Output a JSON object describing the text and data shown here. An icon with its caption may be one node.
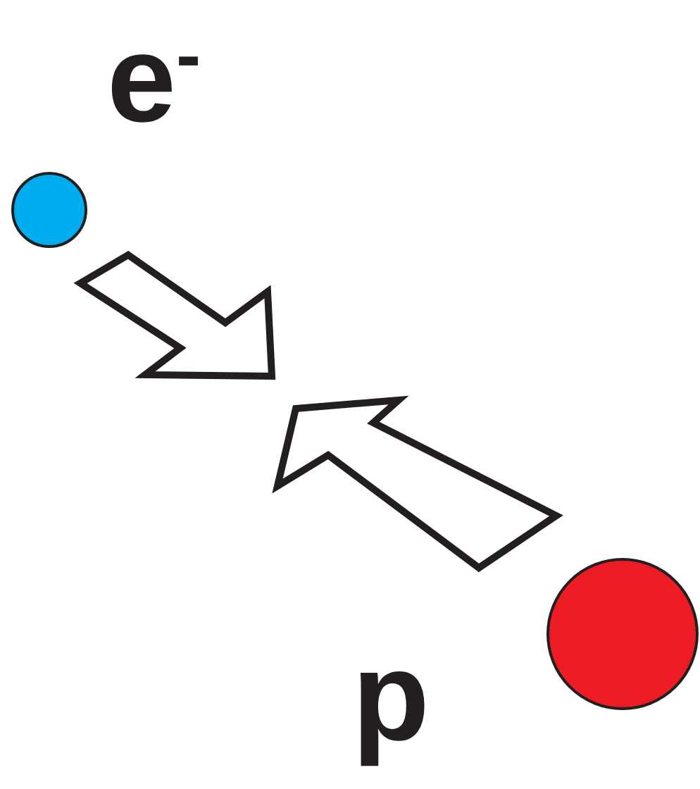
{
  "diagram": {
    "nodes": [
      {
        "text": [],
        "shape": "circle",
        "beside": [
          "e$^{-}$"
        ]
      },
      {
        "text": [],
        "shape": "circle",
        "beside": [
          "p"
        ]
      }
    ]
  }
}
